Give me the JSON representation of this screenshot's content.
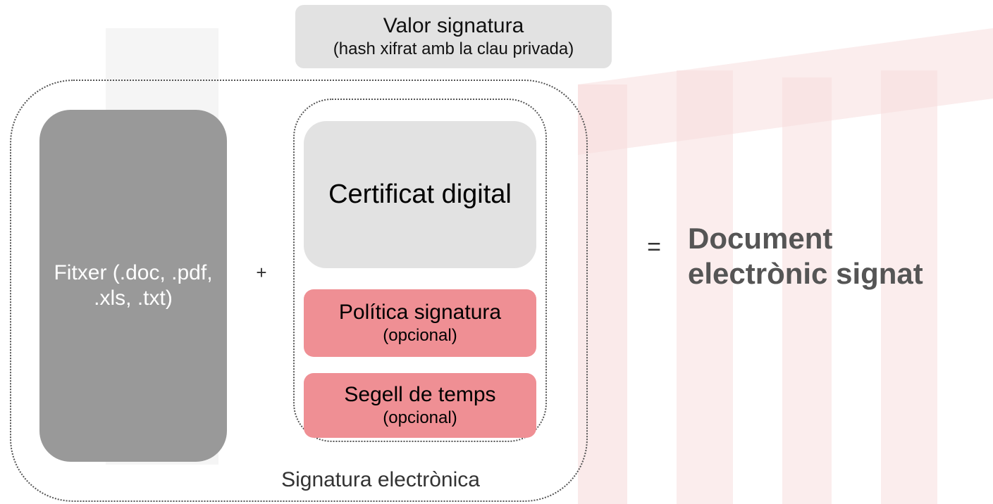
{
  "valor": {
    "title": "Valor signatura",
    "subtitle": "(hash xifrat amb la clau privada)"
  },
  "fitxer": {
    "label": "Fitxer (.doc, .pdf, .xls, .txt)"
  },
  "operator_plus": "+",
  "certificat": {
    "label": "Certificat digital"
  },
  "politica": {
    "title": "Política signatura",
    "subtitle": "(opcional)"
  },
  "segell": {
    "title": "Segell de temps",
    "subtitle": "(opcional)"
  },
  "signatura_label": "Signatura electrònica",
  "operator_equals": "=",
  "result": {
    "line1": "Document",
    "line2": "electrònic signat"
  },
  "colors": {
    "fitxer_fill": "#999999",
    "light_grey_fill": "#e2e2e2",
    "pink_fill": "#ef8f94",
    "watermark": "#f7dcdc"
  }
}
